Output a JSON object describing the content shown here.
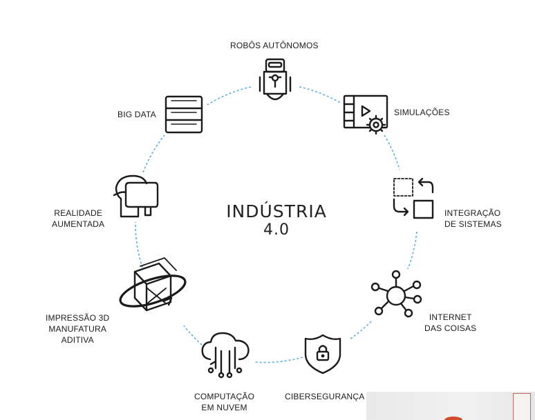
{
  "center": {
    "line1": "INDÚSTRIA",
    "line2": "4.0"
  },
  "nodes": [
    {
      "id": "robos",
      "label_lines": [
        "ROBÔS AUTÔNOMOS"
      ],
      "icon": "robot-icon"
    },
    {
      "id": "simulacoes",
      "label_lines": [
        "SIMULAÇÕES"
      ],
      "icon": "video-gear-icon"
    },
    {
      "id": "integracao",
      "label_lines": [
        "INTEGRAÇÃO",
        "DE SISTEMAS"
      ],
      "icon": "sync-squares-icon"
    },
    {
      "id": "internet",
      "label_lines": [
        "INTERNET",
        "DAS COISAS"
      ],
      "icon": "network-hub-icon"
    },
    {
      "id": "ciberseguranca",
      "label_lines": [
        "CIBERSEGURANÇA"
      ],
      "icon": "shield-lock-icon"
    },
    {
      "id": "computacao",
      "label_lines": [
        "COMPUTAÇÃO",
        "EM NUVEM"
      ],
      "icon": "cloud-icon"
    },
    {
      "id": "impressao",
      "label_lines": [
        "IMPRESSÃO 3D",
        "MANUFATURA",
        "ADITIVA"
      ],
      "icon": "3d-cube-icon"
    },
    {
      "id": "realidade",
      "label_lines": [
        "REALIDADE",
        "AUMENTADA"
      ],
      "icon": "vr-headset-icon"
    },
    {
      "id": "bigdata",
      "label_lines": [
        "BIG DATA"
      ],
      "icon": "database-icon"
    }
  ],
  "colors": {
    "ring": "#5aaedb",
    "icon": "#1a1a1a",
    "text": "#1a1a1a"
  }
}
